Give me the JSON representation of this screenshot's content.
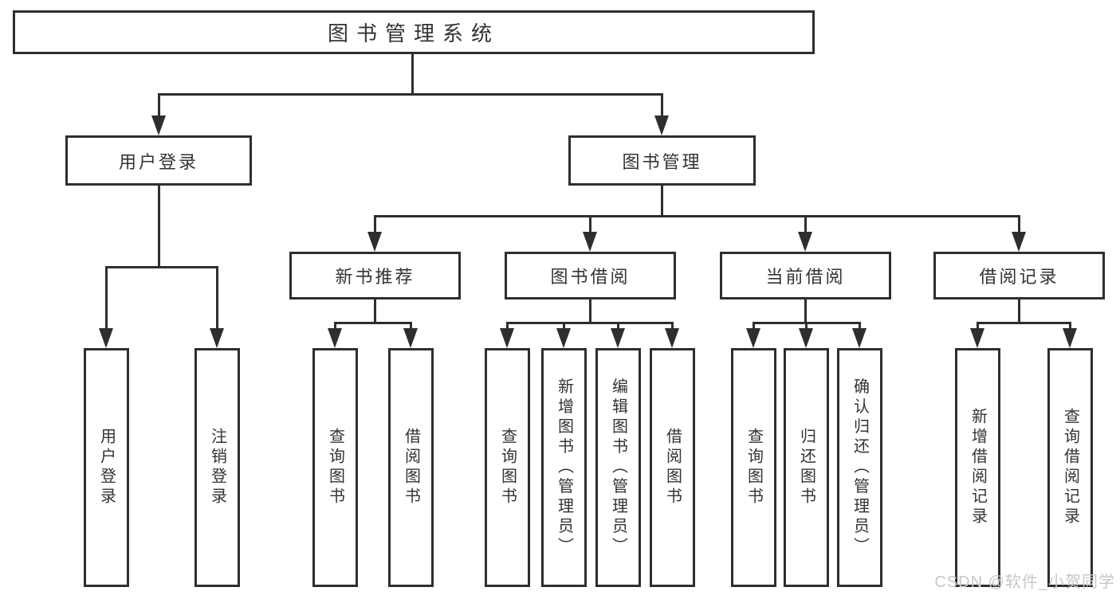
{
  "title": "图书管理系统",
  "level2": [
    {
      "label": "用户登录"
    },
    {
      "label": "图书管理"
    }
  ],
  "level3": [
    {
      "label": "新书推荐"
    },
    {
      "label": "图书借阅"
    },
    {
      "label": "当前借阅"
    },
    {
      "label": "借阅记录"
    }
  ],
  "leaves": {
    "user": [
      "用户登录",
      "注销登录"
    ],
    "recommend": [
      "查询图书",
      "借阅图书"
    ],
    "borrow": [
      "查询图书",
      "新增图书（管理员）",
      "编辑图书（管理员）",
      "借阅图书"
    ],
    "current": [
      "查询图书",
      "归还图书",
      "确认归还（管理员）"
    ],
    "records": [
      "新增借阅记录",
      "查询借阅记录"
    ]
  },
  "watermark": "CSDN @软件_小贺同学",
  "colors": {
    "line": "#2e2e2e",
    "text": "#333333",
    "watermark": "#c8c8c8",
    "background": "#ffffff"
  }
}
